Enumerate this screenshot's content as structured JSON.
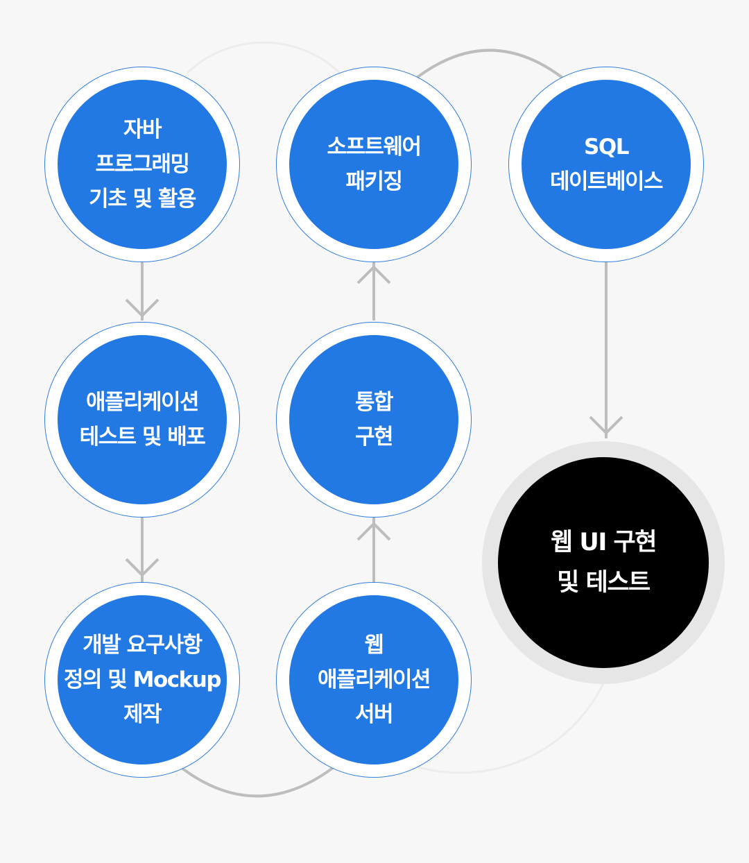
{
  "nodes": [
    {
      "id": "java",
      "label": "자바\n프로그래밍\n기초 및 활용"
    },
    {
      "id": "packaging",
      "label": "소프트웨어\n패키징"
    },
    {
      "id": "sql",
      "label": "SQL\n데이트베이스"
    },
    {
      "id": "app-test",
      "label": "애플리케이션\n테스트 및 배포"
    },
    {
      "id": "integration",
      "label": "통합\n구현"
    },
    {
      "id": "requirements",
      "label": "개발 요구사항\n정의 및 Mockup\n제작"
    },
    {
      "id": "web-server",
      "label": "웹\n애플리케이션\n서버"
    }
  ],
  "final": {
    "label": "웹 UI 구현\n및 테스트"
  },
  "colors": {
    "node": "#2379e3",
    "node_ring": "#2f7ddf",
    "final": "#000000",
    "final_ring": "#e6e6e6",
    "connector": "#bdbdbd"
  }
}
